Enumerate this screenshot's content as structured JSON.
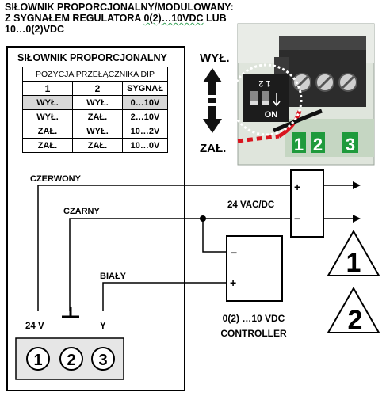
{
  "title": {
    "line1": "SIŁOWNIK PROPORCJONALNY/MODULOWANY:",
    "line2a": "Z SYGNAŁEM REGULATORA ",
    "line2b": "0(2)…10VDC",
    "line2c": " LUB",
    "line3": "10…0(2)VDC"
  },
  "actuator_label": "SIŁOWNIK PROPORCJONALNY",
  "dip_table": {
    "caption": "POZYCJA PRZEŁĄCZNIKA DIP",
    "col1": "1",
    "col2": "2",
    "col3": "SYGNAŁ",
    "rows": [
      [
        "WYŁ.",
        "WYŁ.",
        "0…10V"
      ],
      [
        "WYŁ.",
        "ZAŁ.",
        "2…10V"
      ],
      [
        "ZAŁ.",
        "WYŁ.",
        "10…2V"
      ],
      [
        "ZAŁ.",
        "ZAŁ.",
        "10…0V"
      ]
    ]
  },
  "switch": {
    "off_label": "WYŁ.",
    "on_label": "ZAŁ.",
    "dip_numbers": "1 2",
    "dip_on": "ON",
    "terminals": [
      "1",
      "2",
      "3"
    ]
  },
  "wires": {
    "red": "CZERWONY",
    "black": "CZARNY",
    "white": "BIAŁY"
  },
  "terminal_labels": {
    "t1": "24 V",
    "t3": "Y"
  },
  "terminals": [
    "1",
    "2",
    "3"
  ],
  "supply": {
    "label": "24 VAC/DC",
    "plus": "+",
    "minus": "−"
  },
  "controller": {
    "minus": "−",
    "plus": "+",
    "line1": "0(2) …10 VDC",
    "line2": "CONTROLLER"
  },
  "warnings": [
    "1",
    "2"
  ],
  "colors": {
    "red_wire": "#d9141e",
    "green_terminal": "#1f9a3c",
    "photo_bg": "#d7ded6"
  }
}
